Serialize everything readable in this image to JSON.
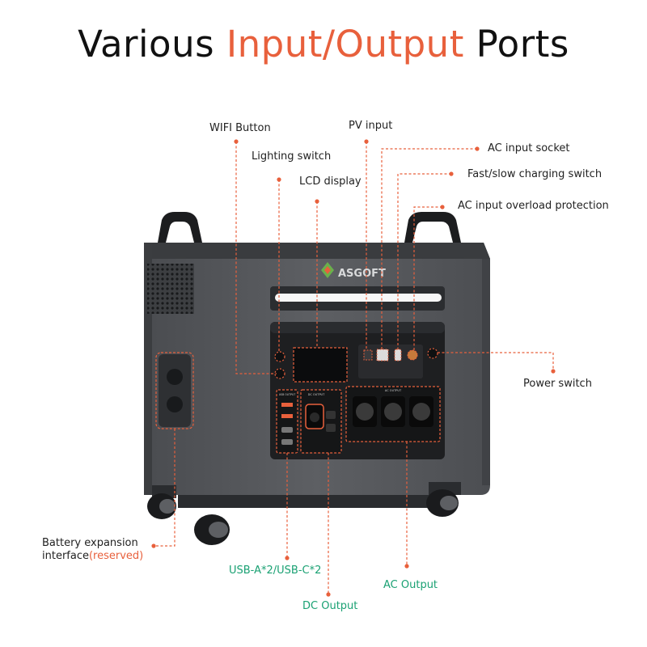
{
  "title": {
    "part1": "Various ",
    "highlight": "Input/Output",
    "part2": " Ports"
  },
  "labels": {
    "wifi_button": "WIFI Button",
    "lighting_switch": "Lighting switch",
    "lcd_display": "LCD display",
    "pv_input": "PV input",
    "ac_input_socket": "AC input socket",
    "fast_slow_switch": "Fast/slow charging switch",
    "ac_overload": "AC input overload protection",
    "power_switch": "Power switch",
    "battery_expansion_line1": "Battery expansion",
    "battery_expansion_line2": "interface",
    "battery_expansion_reserved": "(reserved)",
    "usb_ports": "USB-A*2/USB-C*2",
    "dc_output": "DC Output",
    "ac_output": "AC Output"
  },
  "device": {
    "brand": "ASGOFT",
    "dc_output_label": "DC OUTPUT",
    "ac_output_label": "AC OUTPUT",
    "usb_output_label": "USB OUTPUT"
  },
  "colors": {
    "accent": "#e8603c",
    "leader": "#e8603c",
    "green_label": "#1aa173",
    "device_body": "#5b5d61"
  }
}
